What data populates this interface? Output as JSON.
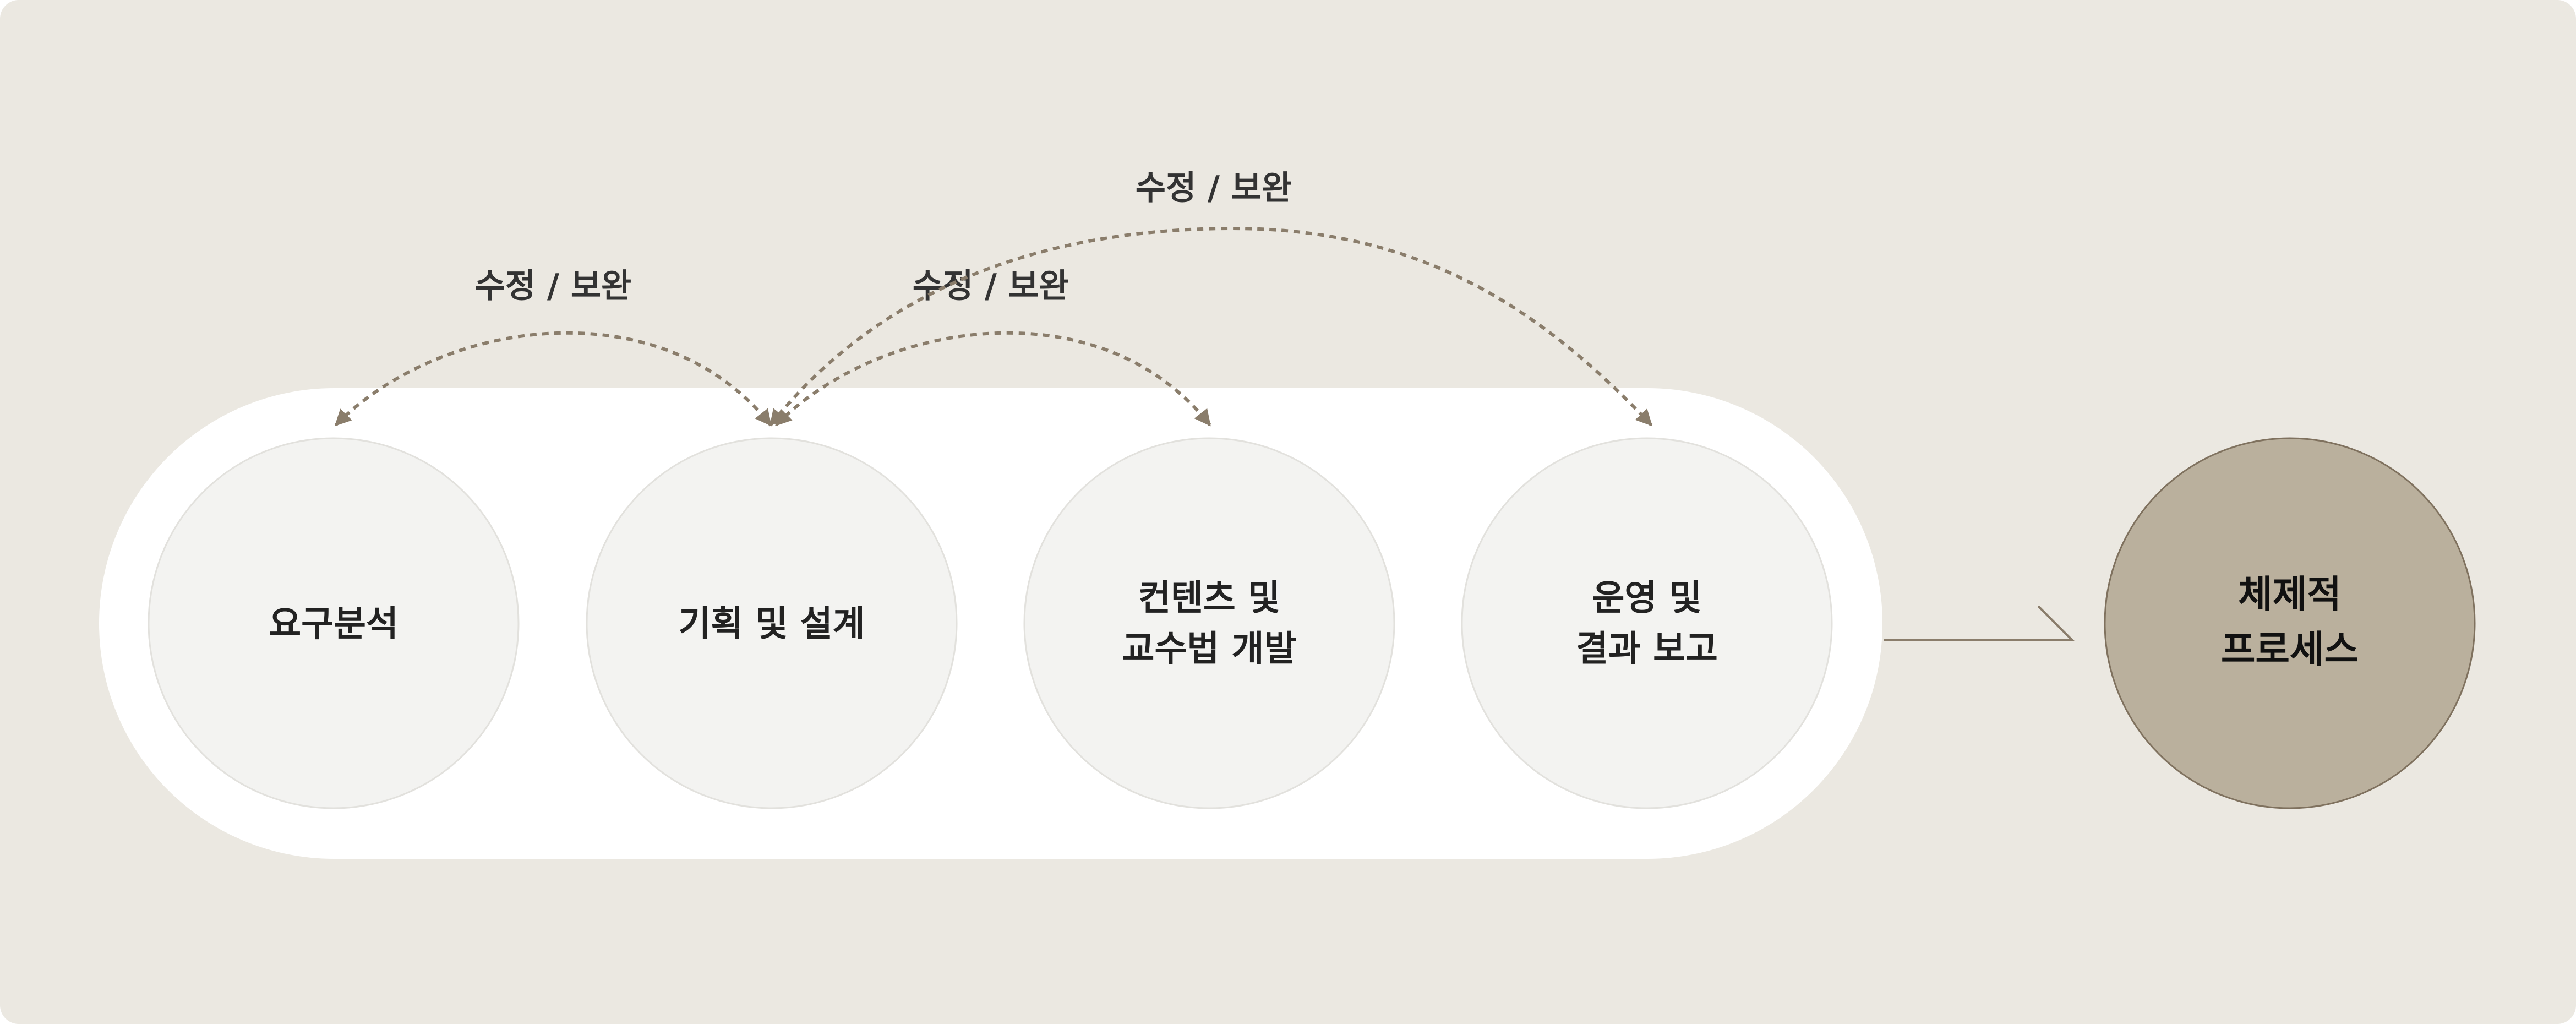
{
  "colors": {
    "background": "#ebe8e1",
    "track": "#ffffff",
    "stage_fill": "#f3f3f1",
    "stage_stroke": "#e2e1dd",
    "result_fill": "#bab09d",
    "result_stroke": "#7f715e",
    "connector": "#8a7d6b",
    "text": "#222222"
  },
  "stages": [
    {
      "id": "analysis",
      "lines": [
        "요구분석"
      ]
    },
    {
      "id": "planning",
      "lines": [
        "기획 및 설계"
      ]
    },
    {
      "id": "development",
      "lines": [
        "컨텐츠 및",
        "교수법 개발"
      ]
    },
    {
      "id": "operation",
      "lines": [
        "운영 및",
        "결과 보고"
      ]
    }
  ],
  "result": {
    "lines": [
      "체제적",
      "프로세스"
    ]
  },
  "feedback_loops": [
    {
      "from": 0,
      "to": 1,
      "label": "수정 / 보완"
    },
    {
      "from": 1,
      "to": 2,
      "label": "수정 / 보완"
    },
    {
      "from": 1,
      "to": 3,
      "label": "수정 / 보완"
    }
  ]
}
